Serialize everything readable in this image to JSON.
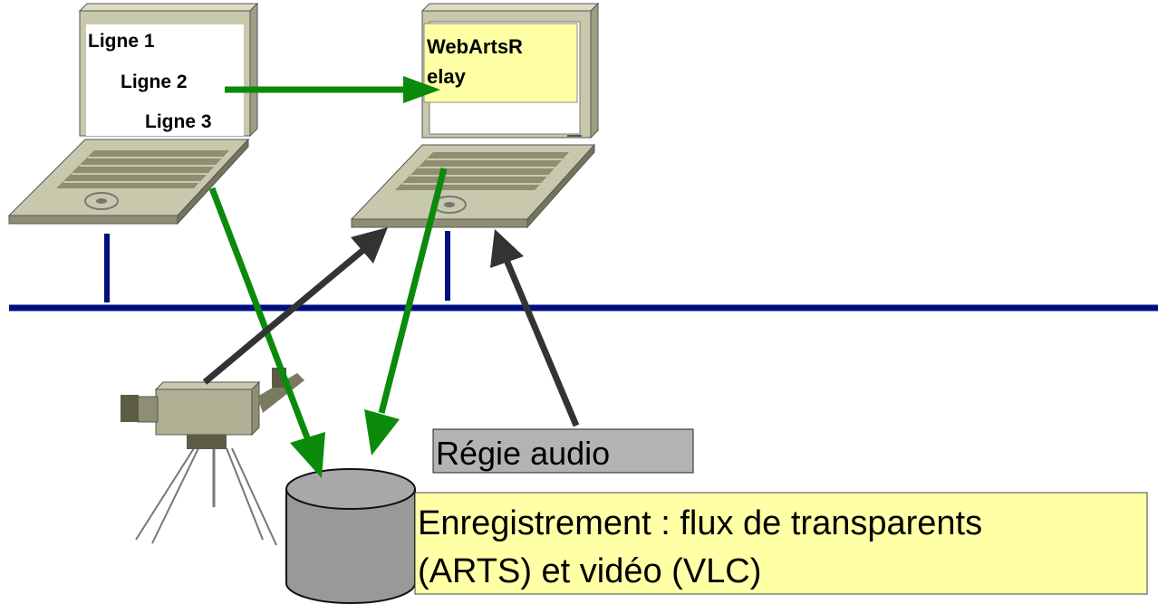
{
  "laptop_left": {
    "screen_lines": [
      "Ligne 1",
      "Ligne 2",
      "Ligne 3"
    ]
  },
  "laptop_right": {
    "screen_title_line1": "WebArtsR",
    "screen_title_line2": "elay"
  },
  "audio_box": {
    "label": "Régie audio"
  },
  "storage_box": {
    "line1": "Enregistrement : flux de transparents",
    "line2": "(ARTS) et vidéo (VLC)"
  },
  "colors": {
    "network": "#000f80",
    "green_arrow": "#0b8a0b",
    "dark_arrow": "#333333",
    "laptop_body": "#c8c8ad",
    "laptop_dark": "#8e8e73",
    "yellow_fill": "#ffffa6",
    "gray_box": "#b3b3b3",
    "cylinder": "#999999"
  }
}
